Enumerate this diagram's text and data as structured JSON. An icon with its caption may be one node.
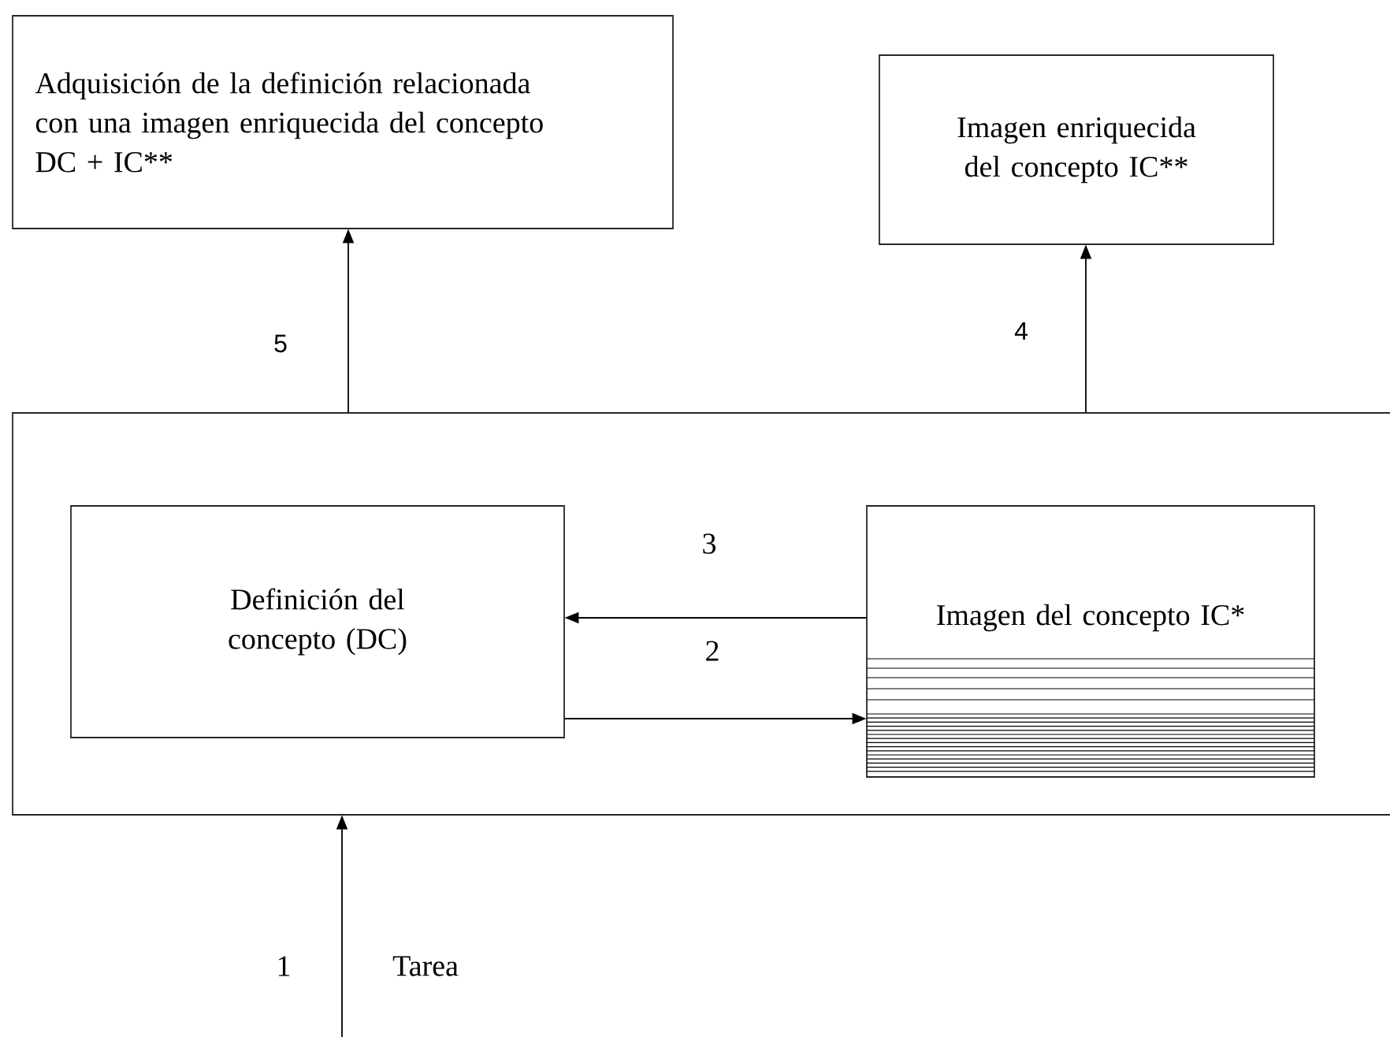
{
  "diagram": {
    "nodes": [
      {
        "text": [
          "Adquisición de la definición relacionada con una imagen enriquecida del concepto DC + IC**"
        ]
      },
      {
        "text": [
          "Imagen enriquecida del concepto IC**"
        ]
      },
      {
        "text": [],
        "shape": "box"
      },
      {
        "text": [
          "Definición del concepto (DC)"
        ],
        "in": 2
      },
      {
        "text": [
          "Imagen del concepto IC*"
        ],
        "in": 2
      }
    ],
    "edges": [
      {
        "from": null,
        "to": 2,
        "arrow": "to",
        "label": "1"
      },
      {
        "from": 3,
        "to": 4,
        "arrow": "to",
        "label": "2"
      },
      {
        "from": 4,
        "to": 3,
        "arrow": "to",
        "label": "3"
      },
      {
        "from": 2,
        "to": 1,
        "arrow": "to",
        "label": "4"
      },
      {
        "from": 2,
        "to": 0,
        "arrow": "to",
        "label": "5"
      }
    ],
    "labels": [
      "Tarea"
    ]
  }
}
